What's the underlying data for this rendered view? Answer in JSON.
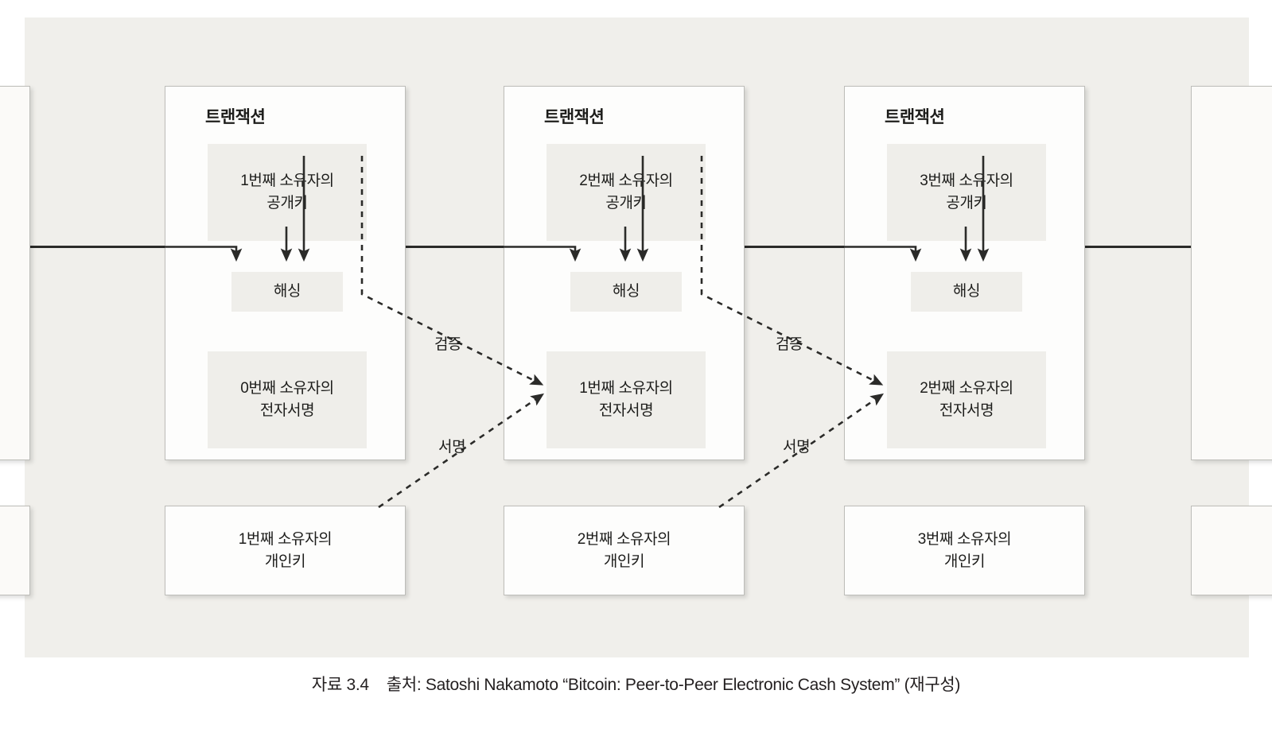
{
  "figure": {
    "caption_ref": "자료 3.4",
    "caption_text": "출처: Satoshi Nakamoto “Bitcoin: Peer-to-Peer Electronic Cash System” (재구성)"
  },
  "colors": {
    "backdrop": "#f0efeb",
    "card_fill": "#fdfdfc",
    "card_border": "#bdbdb9",
    "inner_box_fill": "#efeeea",
    "line": "#2b2b29",
    "text": "#1d1d1b"
  },
  "transactions": [
    {
      "title": "트랜잭션",
      "public_key": "1번째 소유자의\n공개키",
      "public_key_line1": "1번째 소유자의",
      "public_key_line2": "공개키",
      "hashing": "해싱",
      "signature_line1": "0번째 소유자의",
      "signature_line2": "전자서명"
    },
    {
      "title": "트랜잭션",
      "public_key_line1": "2번째 소유자의",
      "public_key_line2": "공개키",
      "hashing": "해싱",
      "signature_line1": "1번째 소유자의",
      "signature_line2": "전자서명"
    },
    {
      "title": "트랜잭션",
      "public_key_line1": "3번째 소유자의",
      "public_key_line2": "공개키",
      "hashing": "해싱",
      "signature_line1": "2번째 소유자의",
      "signature_line2": "전자서명"
    }
  ],
  "private_keys": [
    {
      "line1": "1번째 소유자의",
      "line2": "개인키"
    },
    {
      "line1": "2번째 소유자의",
      "line2": "개인키"
    },
    {
      "line1": "3번째 소유자의",
      "line2": "개인키"
    }
  ],
  "links": [
    {
      "label": "검증",
      "kind": "verify"
    },
    {
      "label": "서명",
      "kind": "sign"
    },
    {
      "label": "검증",
      "kind": "verify"
    },
    {
      "label": "서명",
      "kind": "sign"
    }
  ]
}
